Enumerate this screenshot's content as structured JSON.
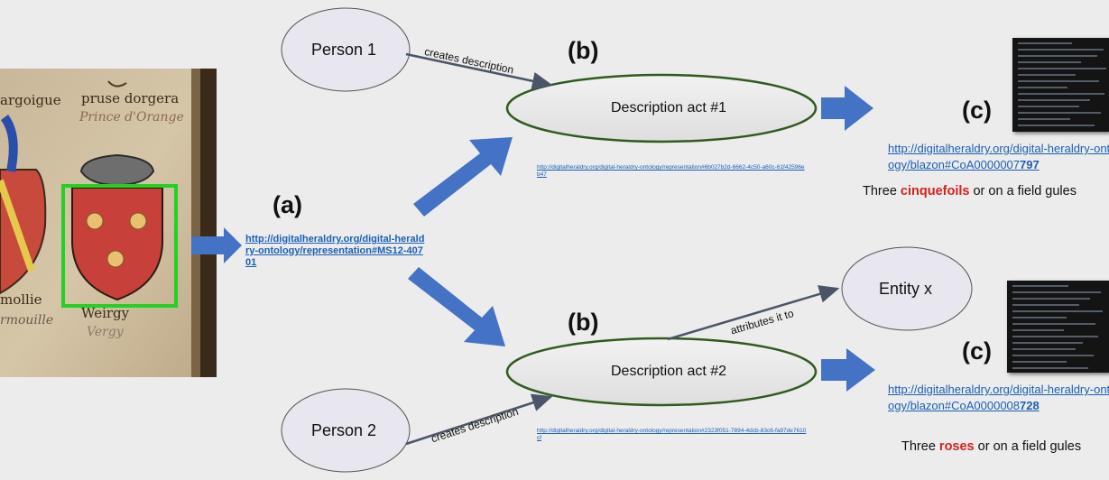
{
  "labels": {
    "a": "(a)",
    "b_top": "(b)",
    "b_bottom": "(b)",
    "c_top": "(c)",
    "c_bottom": "(c)"
  },
  "nodes": {
    "person1": "Person 1",
    "person2": "Person 2",
    "act1": "Description act #1",
    "act2": "Description act #2",
    "entity": "Entity x"
  },
  "edges": {
    "creates1": "creates description",
    "creates2": "creates description",
    "attributes": "attributes it to"
  },
  "urls": {
    "representation": "http://digitalheraldry.org/digital-heraldry-ontology/representation#MS12-40701",
    "act1": "http://digitalheraldry.org/digital-heraldry-ontology/representation#6b027b2d-6662-4c50-a60c-61f42596eb47",
    "act2": "http://digitalheraldry.org/digital-heraldry-ontology/representation#2323f051-7894-4dcb-83c6-fa97de7610cf",
    "blazon1_prefix": "http://digitalheraldry.org/digital-heraldry-ontology/blazon#CoA0000007",
    "blazon1_suffix": "797",
    "blazon2_prefix": "http://digitalheraldry.org/digital-heraldry-ontology/blazon#CoA0000008",
    "blazon2_suffix": "728"
  },
  "blazons": {
    "top": {
      "before": "Three ",
      "charge": "cinquefoils",
      "after": " or on a field gules"
    },
    "bottom": {
      "before": "Three ",
      "charge": "roses",
      "after": " or on a field gules"
    }
  },
  "manuscript": {
    "caption_top_left": "argoigue",
    "caption_top_right": "pruse dorgera",
    "caption_top_right_2": "Prince d'Orange",
    "caption_bottom_left": "mollie",
    "caption_bottom_left_2": "rmouille",
    "caption_bottom_right": "Weirgy",
    "caption_bottom_right_2": "Vergy"
  },
  "colors": {
    "arrow_blue": "#4472c4",
    "highlight_green": "#22d122",
    "shield_red": "#c8403a",
    "ellipse_border_green": "#2f5b1f",
    "blazon_highlight": "#d42020",
    "link": "#1a5fb4"
  }
}
